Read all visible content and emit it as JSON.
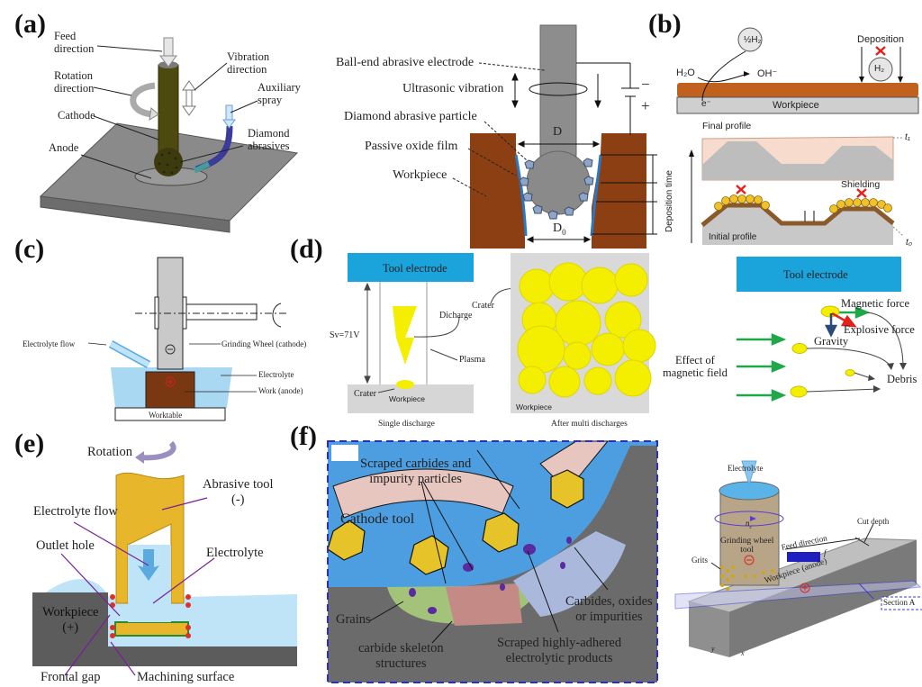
{
  "colors": {
    "workpiece_brown": "#8b3f12",
    "tool_electrode_blue": "#1ba3dc",
    "crater_yellow": "#f4ee00",
    "abrasive_yellow": "#e7b62a",
    "electrolyte_blue": "#b9e1f7",
    "workpiece_gray": "#6b6b6b",
    "dashed_frame": "#2b2bd0",
    "magnetic_green": "#1fa84a",
    "explosive_red": "#e3201b",
    "gravity_navy": "#2a4a7a"
  },
  "panels": {
    "a": {
      "label": "(a)",
      "labels": {
        "feed_direction": "Feed\ndirection",
        "rotation_direction": "Rotation\ndirection",
        "vibration_direction": "Vibration\ndirection",
        "auxiliary_spray": "Auxiliary\nspray",
        "cathode": "Cathode",
        "diamond_abrasives": "Diamond\nabrasives",
        "anode": "Anode"
      }
    },
    "a2": {
      "labels": {
        "ball_end_electrode": "Ball-end abrasive electrode",
        "ultrasonic_vibration": "Ultrasonic vibration",
        "diamond_particle": "Diamond abrasive particle",
        "passive_oxide_film": "Passive oxide film",
        "workpiece": "Workpiece",
        "D": "D",
        "D0": "D",
        "D0_sub": "0",
        "minus": "−",
        "plus": "+"
      }
    },
    "b": {
      "label": "(b)",
      "labels": {
        "half_h2": "½H₂",
        "h2o": "H₂O",
        "oh": "OH⁻",
        "e": "e⁻",
        "deposition": "Deposition",
        "h2": "H₂",
        "workpiece": "Workpiece",
        "final_profile": "Final profile",
        "t1": "t₁",
        "deposition_time": "Deposition time",
        "shielding": "Shielding",
        "initial_profile": "Initial profile",
        "t0": "t₀"
      }
    },
    "c": {
      "label": "(c)",
      "labels": {
        "electrolyte_flow": "Electrolyte flow",
        "grinding_wheel": "Grinding Wheel (cathode)",
        "electrolyte": "Electrolyte",
        "work": "Work (anode)",
        "worktable": "Worktable",
        "minus": "⊖",
        "plus": "⊕"
      }
    },
    "d": {
      "label": "(d)",
      "labels": {
        "tool_electrode": "Tool electrode",
        "sv": "Sv=71V",
        "crater_right": "Crater",
        "dicharge": "Dicharge",
        "plasma": "Plasma",
        "crater_left": "Crater",
        "workpiece_left": "Workpiece",
        "workpiece_right": "Workpiece",
        "single_discharge": "Single discharge",
        "after_multi": "After multi discharges",
        "tool_electrode_2": "Tool electrode",
        "magnetic_force": "Magnetic force",
        "explosive_force": "Explosive force",
        "gravity": "Gravity",
        "effect_magnetic": "Effect of\nmagnetic field",
        "debris": "Debris"
      }
    },
    "e": {
      "label": "(e)",
      "labels": {
        "rotation": "Rotation",
        "abrasive_tool": "Abrasive tool\n(-)",
        "electrolyte_flow": "Electrolyte flow",
        "outlet_hole": "Outlet hole",
        "electrolyte": "Electrolyte",
        "workpiece": "Workpiece\n(+)",
        "frontal_gap": "Frontal gap",
        "machining_surface": "Machining surface"
      }
    },
    "f": {
      "label": "(f)",
      "labels": {
        "scraped_carbides": "Scraped carbides and\nimpurity particles",
        "cathode_tool": "Cathode tool",
        "grains": "Grains",
        "carbide_skeleton": "carbide skeleton\nstructures",
        "scraped_products": "Scraped highly-adhered\nelectrolytic products",
        "carbides_oxides": "Carbides, oxides\nor impurities"
      }
    },
    "f2": {
      "labels": {
        "electrolyte": "Electrolyte",
        "nc": "n",
        "nc_sub": "c",
        "grinding_wheel": "Grinding wheel\ntool",
        "feed_direction": "Feed direction",
        "f": "f",
        "cut_depth": "Cut depth",
        "grits": "Grits",
        "workpiece_anode": "Workpiece (anode)",
        "section_a": "Section A",
        "axis_x": "x",
        "axis_y": "y",
        "minus": "⊖",
        "plus": "⊕"
      }
    }
  }
}
